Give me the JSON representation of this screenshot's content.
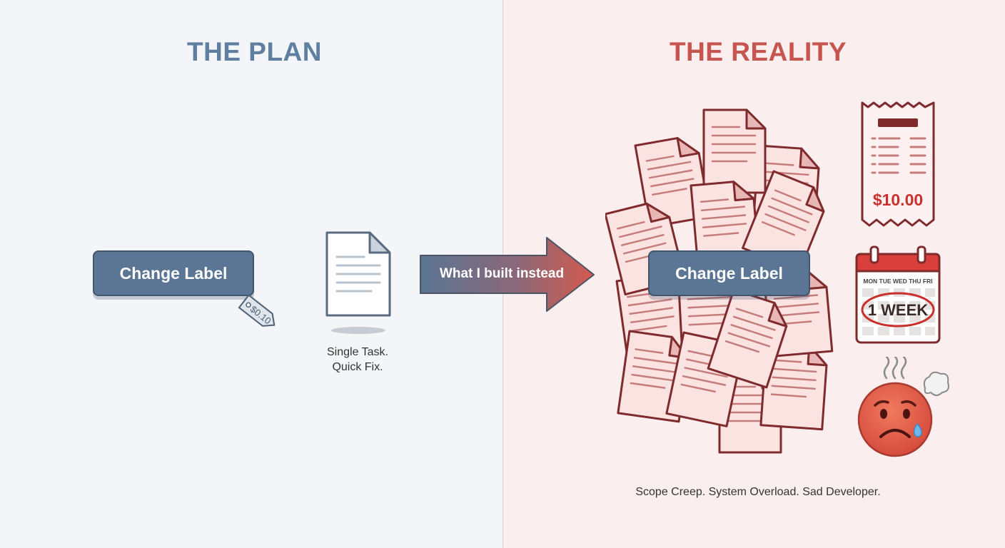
{
  "plan": {
    "heading": "THE PLAN",
    "button_label": "Change Label",
    "price_tag": "$0.10",
    "caption_line1": "Single Task.",
    "caption_line2": "Quick Fix."
  },
  "arrow": {
    "label": "What I built instead"
  },
  "reality": {
    "heading": "THE REALITY",
    "button_label": "Change Label",
    "receipt_total": "$10.00",
    "calendar_days": "MON TUE WED THU FRI",
    "calendar_text": "1 WEEK",
    "caption": "Scope Creep. System Overload. Sad Developer."
  },
  "colors": {
    "plan_accent": "#5f7fa1",
    "reality_accent": "#c6544f",
    "button_fill": "#5b7594",
    "paper_red": "#8e2e30"
  },
  "icons": [
    "document-icon",
    "price-tag-icon",
    "arrow-icon",
    "receipt-icon",
    "calendar-icon",
    "sad-face-icon",
    "steam-icon"
  ]
}
